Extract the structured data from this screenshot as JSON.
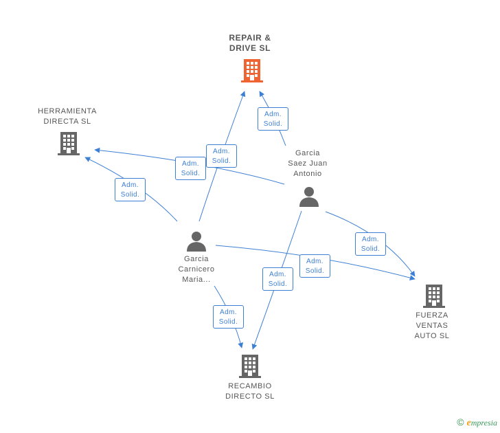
{
  "colors": {
    "edge": "#3d7fd4",
    "company": "#666666",
    "company_main": "#f06434",
    "person": "#666666"
  },
  "nodes": {
    "repair_drive": {
      "label": "REPAIR &\nDRIVE SL",
      "icon": "building-icon"
    },
    "herramienta": {
      "label": "HERRAMIENTA\nDIRECTA SL",
      "icon": "building-icon"
    },
    "garcia_saez": {
      "label": "Garcia\nSaez Juan\nAntonio",
      "icon": "person-icon"
    },
    "garcia_carnicero": {
      "label": "Garcia\nCarnicero\nMaria...",
      "icon": "person-icon"
    },
    "fuerza_ventas": {
      "label": "FUERZA\nVENTAS\nAUTO SL",
      "icon": "building-icon"
    },
    "recambio": {
      "label": "RECAMBIO\nDIRECTO SL",
      "icon": "building-icon"
    }
  },
  "edges": [
    {
      "line1": "Adm.",
      "line2": "Solid."
    },
    {
      "line1": "Adm.",
      "line2": "Solid."
    },
    {
      "line1": "Adm.",
      "line2": "Solid."
    },
    {
      "line1": "Adm.",
      "line2": "Solid."
    },
    {
      "line1": "Adm.",
      "line2": "Solid."
    },
    {
      "line1": "Adm.",
      "line2": "Solid."
    },
    {
      "line1": "Adm.",
      "line2": "Solid."
    },
    {
      "line1": "Adm.",
      "line2": "Solid."
    }
  ],
  "footer": {
    "copyright": "©",
    "brand_first": "e",
    "brand_rest": "mpresia"
  }
}
